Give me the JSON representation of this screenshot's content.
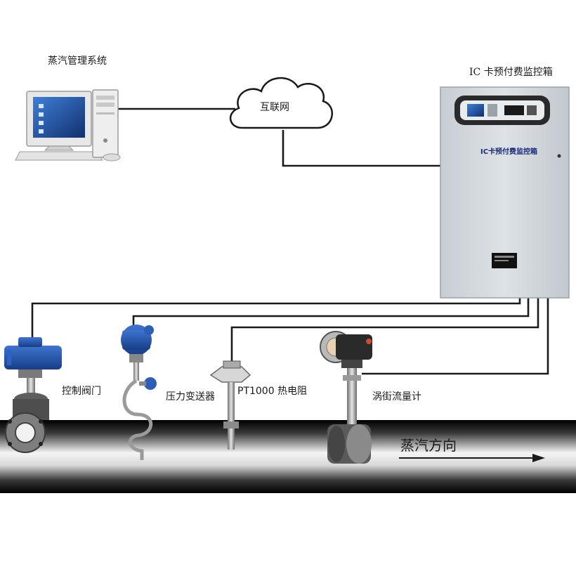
{
  "labels": {
    "steam_system": "蒸汽管理系统",
    "internet": "互联网",
    "ic_box_title": "IC 卡预付费监控箱",
    "ic_box_panel": "IC卡预付费监控箱",
    "control_valve": "控制阀门",
    "pressure_transmitter": "压力变送器",
    "pt1000": "PT1000 热电阻",
    "vortex_meter": "涡街流量计",
    "steam_direction": "蒸汽方向"
  },
  "icons": {
    "computer": "computer-icon",
    "cloud": "cloud-icon",
    "control_box": "control-box-icon",
    "valve": "valve-icon",
    "pressure": "pressure-transmitter-icon",
    "thermo": "thermal-resistor-icon",
    "flowmeter": "vortex-flowmeter-icon",
    "arrow": "arrow-right-icon"
  },
  "colors": {
    "wire": "#1a1a1a",
    "pipe_dark": "#111111",
    "pipe_light": "#f4f4f4",
    "valve_blue": "#1f4fa8",
    "cabinet": "#d3d8dc",
    "screen": "#b8d7c9"
  }
}
